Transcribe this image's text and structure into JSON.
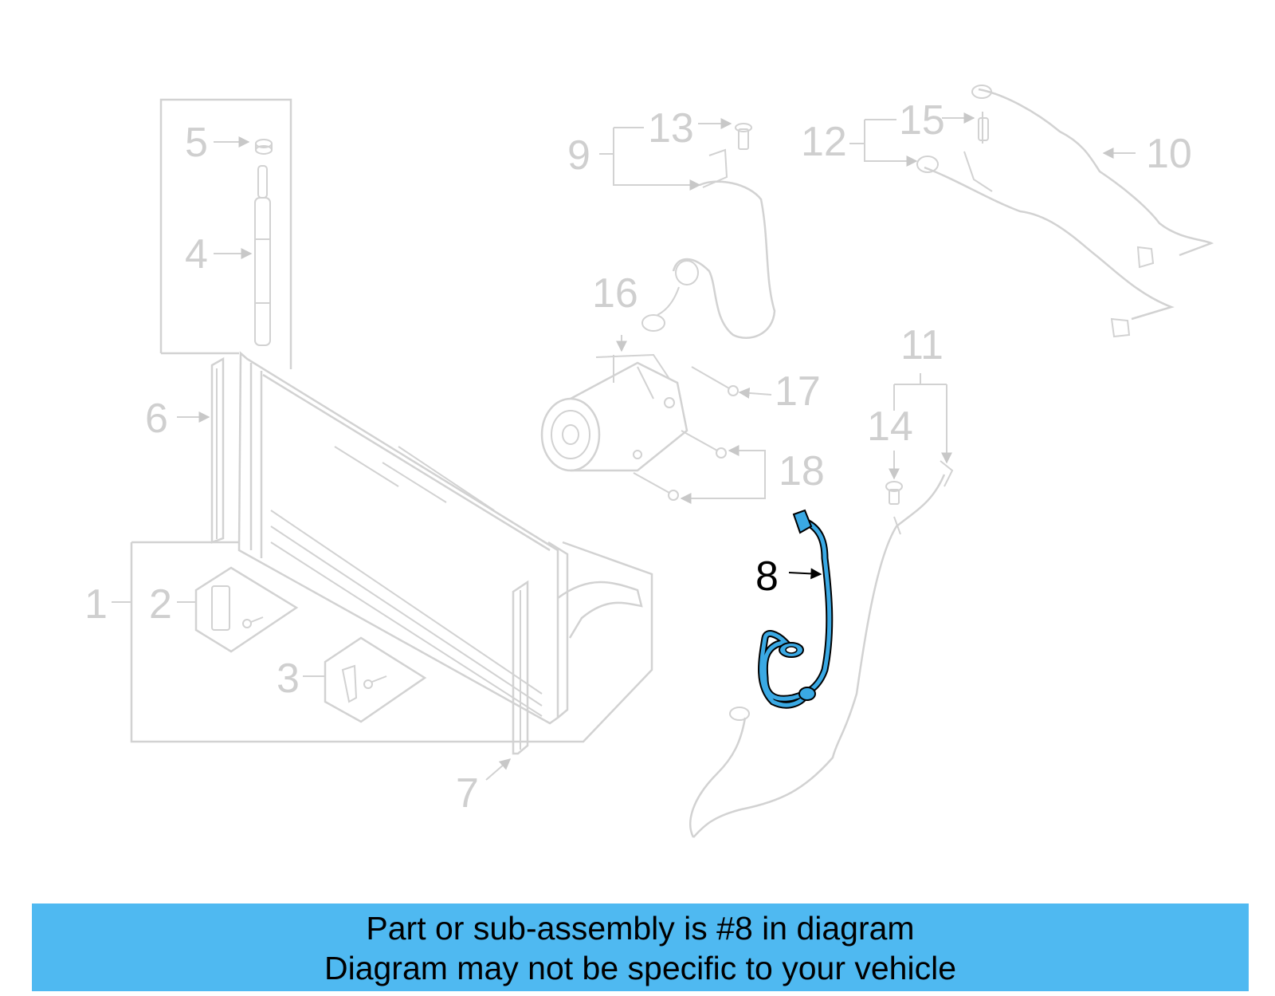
{
  "callouts": [
    "1",
    "2",
    "3",
    "4",
    "5",
    "6",
    "7",
    "8",
    "9",
    "10",
    "11",
    "12",
    "13",
    "14",
    "15",
    "16",
    "17",
    "18"
  ],
  "highlight": {
    "part_number": "8",
    "color": "#3aa9e4"
  },
  "banner": {
    "line1": "Part or sub-assembly is #8 in diagram",
    "line2": "Diagram may not be specific to your vehicle",
    "color": "#4fb9f1"
  }
}
